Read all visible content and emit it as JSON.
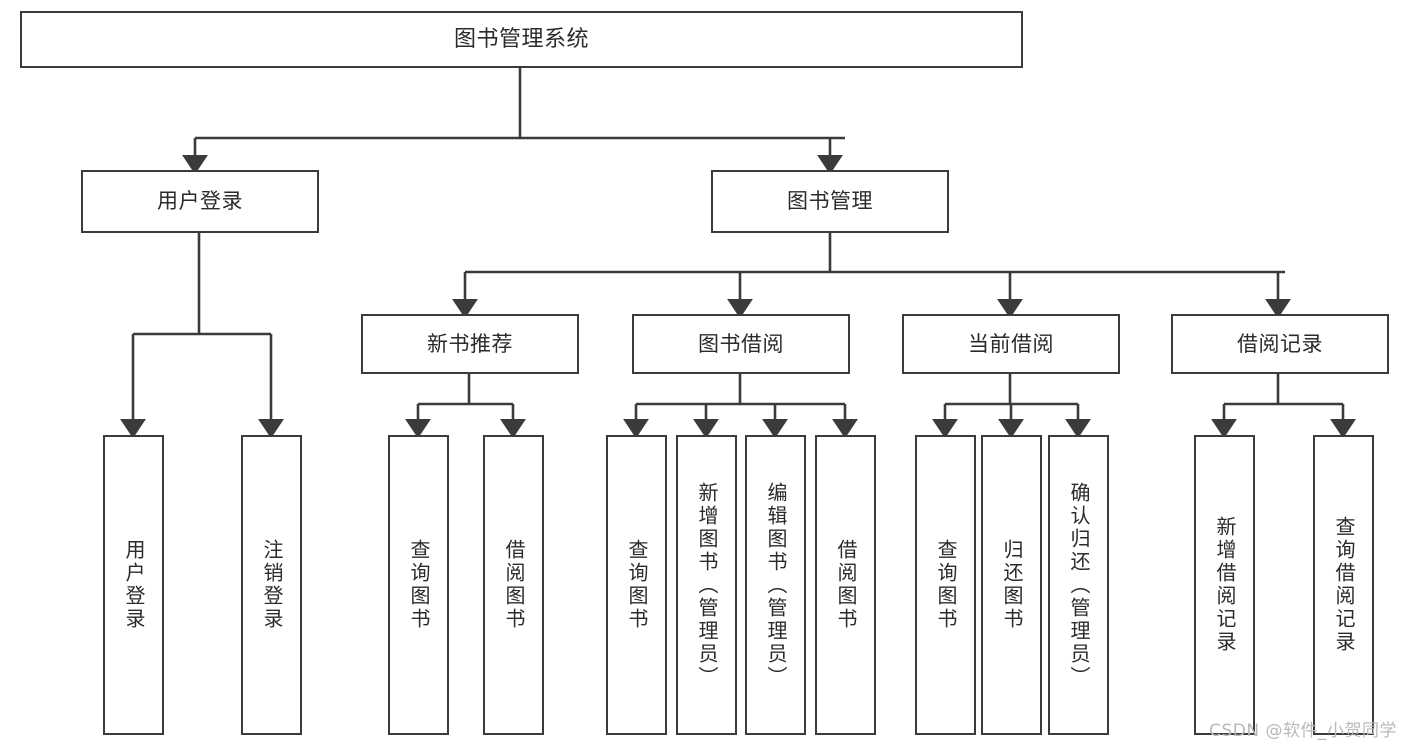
{
  "diagram": {
    "type": "tree-hierarchy-chart",
    "title": "图书管理系统",
    "line_color": "#3b3b3b",
    "box_fill": "#ffffff",
    "text_color": "#2b2b2b",
    "levels": {
      "root": "图书管理系统",
      "level2": [
        "用户登录",
        "图书管理"
      ],
      "level3": [
        "新书推荐",
        "图书借阅",
        "当前借阅",
        "借阅记录"
      ]
    },
    "nodes": {
      "root": "图书管理系统",
      "user_login": "用户登录",
      "book_manage": "图书管理",
      "new_book_rec": "新书推荐",
      "book_borrow": "图书借阅",
      "current_borrow": "当前借阅",
      "borrow_record": "借阅记录",
      "leaf_user_login": "用户登录",
      "leaf_user_logout": "注销登录",
      "leaf_rec_query": "查询图书",
      "leaf_rec_borrow": "借阅图书",
      "leaf_borrow_query": "查询图书",
      "leaf_borrow_add": "新增图书（管理员）",
      "leaf_borrow_edit": "编辑图书（管理员）",
      "leaf_borrow_borrow": "借阅图书",
      "leaf_cur_query": "查询图书",
      "leaf_cur_return": "归还图书",
      "leaf_cur_confirm": "确认归还（管理员）",
      "leaf_rec_add": "新增借阅记录",
      "leaf_rec_query2": "查询借阅记录"
    }
  },
  "watermark": {
    "text": "CSDN @软件_小贺同学"
  }
}
